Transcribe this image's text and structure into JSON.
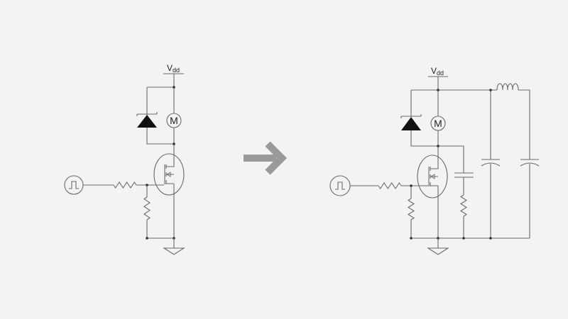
{
  "before": {
    "supply_label": "V",
    "supply_sub": "dd",
    "motor_label": "M"
  },
  "after": {
    "supply_label": "V",
    "supply_sub": "dd",
    "motor_label": "M"
  },
  "colors": {
    "background": "#f3f3f3",
    "wire": "#6a6a6a",
    "arrow": "#9a9a9a"
  }
}
